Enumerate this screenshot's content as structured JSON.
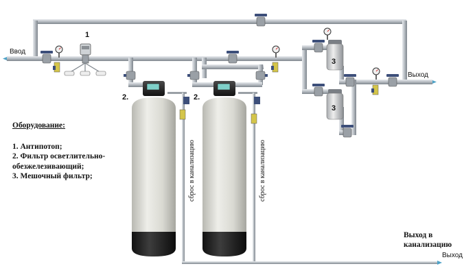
{
  "labels": {
    "inlet": "Ввод",
    "outlet_top": "Выход",
    "outlet_bottom": "Выход",
    "drain_outlet": "Выход в канализацию",
    "drain_left": "сброс в канализацию",
    "drain_right": "сброс в канализацию",
    "marker_1": "1",
    "marker_2a": "2.",
    "marker_2b": "2.",
    "marker_3a": "3",
    "marker_3b": "3"
  },
  "legend": {
    "title": "Оборудование:",
    "items": [
      "1. Антипотоп;",
      "2. Фильтр осветлительно-",
      "обезжелезивающий;",
      "3. Мешочный фильтр;"
    ]
  },
  "colors": {
    "pipe": "#b9bec4",
    "pipe_edge": "#7d848b",
    "tank_body": "#dcdcd6",
    "tank_base": "#2b2b2b",
    "valve_blue": "#3d4f7a",
    "gauge": "#eeeeee",
    "water_arrow": "#4fa3c8",
    "fitting_yellow": "#d4c54a"
  }
}
